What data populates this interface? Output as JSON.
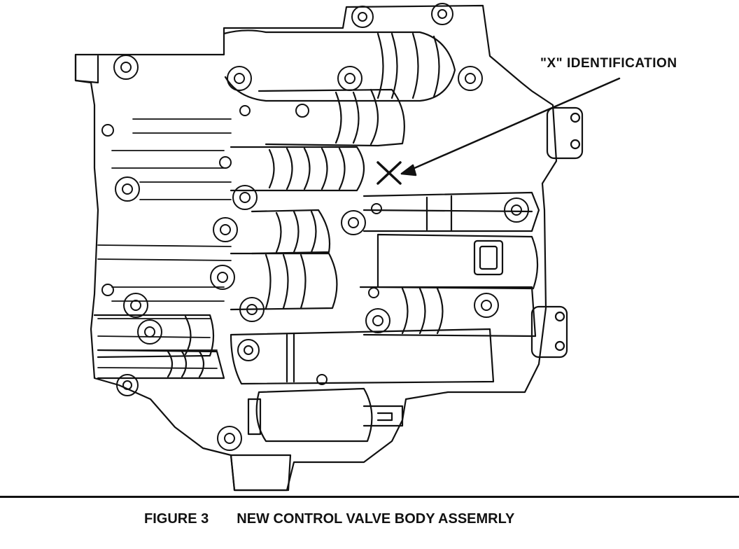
{
  "callout": {
    "label": "\"X\" IDENTIFICATION"
  },
  "caption": {
    "figure_number": "FIGURE 3",
    "title": "NEW CONTROL VALVE BODY ASSEMRLY"
  }
}
